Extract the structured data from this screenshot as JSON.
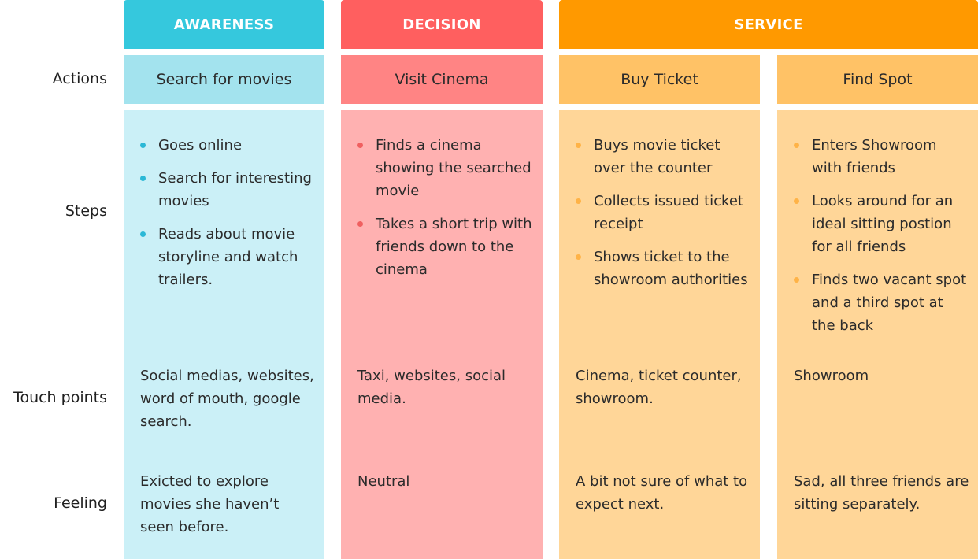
{
  "rows": {
    "actions": "Actions",
    "steps": "Steps",
    "touch_points": "Touch points",
    "feeling": "Feeling"
  },
  "phases": {
    "awareness": "AWARENESS",
    "decision": "DECISION",
    "service": "SERVICE"
  },
  "colors": {
    "awareness_header": "#35C8DD",
    "awareness_action": "#A3E3EE",
    "awareness_body": "#CBF0F7",
    "awareness_dot": "#2BB8D6",
    "decision_header": "#FF5F5F",
    "decision_action": "#FF8484",
    "decision_body": "#FFB1B1",
    "decision_dot": "#F06060",
    "service_header": "#FF9900",
    "service_action": "#FFC266",
    "service_body": "#FFD698",
    "service_dot": "#FFB347"
  },
  "columns": [
    {
      "action": "Search for movies",
      "steps": [
        "Goes online",
        "Search for interesting movies",
        "Reads about movie storyline and watch trailers."
      ],
      "touch_points": "Social medias, websites, word of mouth, google search.",
      "feeling": "Exicted to explore movies she haven’t seen before."
    },
    {
      "action": "Visit Cinema",
      "steps": [
        "Finds a cinema showing the searched movie",
        "Takes a short trip with friends down to the cinema"
      ],
      "touch_points": "Taxi, websites, social media.",
      "feeling": "Neutral"
    },
    {
      "action": "Buy Ticket",
      "steps": [
        "Buys movie ticket over the counter",
        "Collects issued ticket receipt",
        "Shows ticket to the showroom authorities"
      ],
      "touch_points": "Cinema, ticket counter, showroom.",
      "feeling": "A bit not sure of what to expect next."
    },
    {
      "action": "Find Spot",
      "steps": [
        "Enters Showroom with friends",
        "Looks around for an ideal sitting postion for all friends",
        "Finds two vacant spot and a third spot at the back"
      ],
      "touch_points": "Showroom",
      "feeling": "Sad, all three friends are sitting separately."
    }
  ]
}
